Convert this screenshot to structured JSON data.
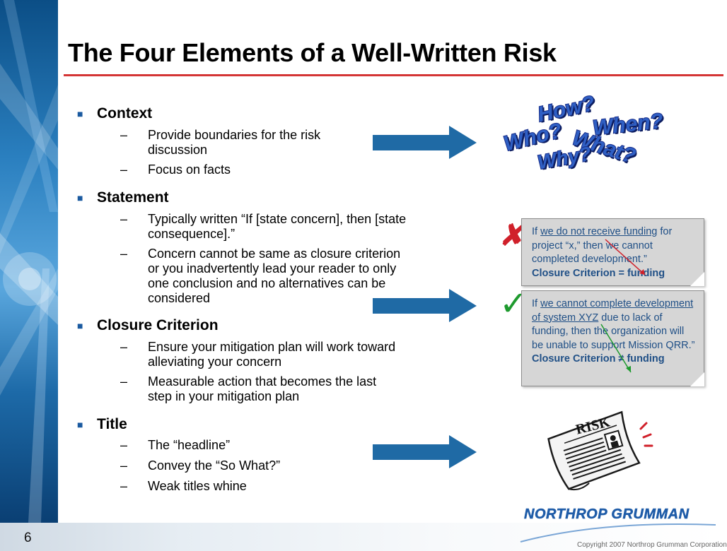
{
  "slide": {
    "title": "The Four Elements of a Well-Written Risk",
    "number": "6",
    "copyright": "Copyright 2007 Northrop Grumman Corporation",
    "logo": "NORTHROP GRUMMAN"
  },
  "sections": [
    {
      "heading": "Context",
      "items": [
        "Provide boundaries for the risk discussion",
        "Focus on facts"
      ]
    },
    {
      "heading": "Statement",
      "items": [
        "Typically written “If [state concern], then [state consequence].”",
        "Concern cannot be same as closure criterion or you inadvertently lead your reader to only one conclusion and no alternatives can be considered"
      ]
    },
    {
      "heading": "Closure Criterion",
      "items": [
        "Ensure your mitigation plan will work toward alleviating your concern",
        "Measurable action that becomes the last step in your mitigation plan"
      ]
    },
    {
      "heading": "Title",
      "items": [
        "The “headline”",
        "Convey the “So What?”",
        "Weak titles whine"
      ]
    }
  ],
  "wordart": {
    "how": "How?",
    "when": "When?",
    "who": "Who?",
    "what": "What?",
    "why": "Why?"
  },
  "examples": {
    "bad": {
      "pre": "If ",
      "underlined": "we do not receive funding",
      "post": " for project “x,” then we cannot completed development.”",
      "closure": "Closure Criterion = funding"
    },
    "good": {
      "pre": "If ",
      "underlined": "we cannot complete development of system XYZ",
      "post": " due to lack of funding, then the organization will be unable to support Mission QRR.”",
      "closure": "Closure Criterion ≠ funding"
    }
  },
  "newspaper_label": "RISK",
  "colors": {
    "accent_red": "#d43535",
    "arrow_blue": "#1f6aa5",
    "note_text": "#1f4f86"
  }
}
